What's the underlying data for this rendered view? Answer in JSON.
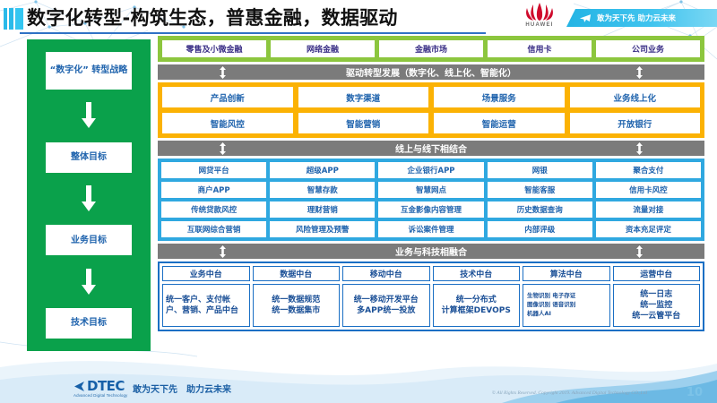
{
  "header": {
    "title": "数字化转型-构筑生态，普惠金融，数据驱动",
    "brand": "HUAWEI",
    "brand_slogan": "敢为天下先 助力云未来",
    "accent_blue": "#25b4e4",
    "title_rule_color": "#2f72c4"
  },
  "sidebar": {
    "bg_color": "#0aa14b",
    "items": [
      {
        "label": "“数字化”\n转型战略"
      },
      {
        "label": "整体目标"
      },
      {
        "label": "业务目标"
      },
      {
        "label": "技术目标"
      }
    ]
  },
  "business_band": {
    "color": "#8cc63e",
    "cells": [
      "零售及小微金融",
      "网络金融",
      "金融市场",
      "信用卡",
      "公司业务"
    ]
  },
  "connectors": [
    {
      "label": "驱动转型发展（数字化、线上化、智能化）"
    },
    {
      "label": "线上与线下相结合"
    },
    {
      "label": "业务与科技相融合"
    }
  ],
  "capability_band": {
    "color": "#fbb204",
    "rows": [
      [
        "产品创新",
        "数字渠道",
        "场景服务",
        "业务线上化"
      ],
      [
        "智能风控",
        "智能营销",
        "智能运营",
        "开放银行"
      ]
    ]
  },
  "channel_band": {
    "color": "#2fa8e0",
    "rows": [
      [
        "网贷平台",
        "超级APP",
        "企业银行APP",
        "网银",
        "聚合支付"
      ],
      [
        "商户APP",
        "智慧存款",
        "智慧网点",
        "智能客服",
        "信用卡风控"
      ],
      [
        "传统贷款风控",
        "理财营销",
        "互金影像内容管理",
        "历史数据查询",
        "流量对接"
      ],
      [
        "互联网综合营销",
        "风险管理及预警",
        "诉讼案件管理",
        "内部评级",
        "资本充足评定"
      ]
    ]
  },
  "platform_band": {
    "border_color": "#1a6fc4",
    "columns": [
      {
        "head": "业务中台",
        "body": "统一客户、支付帐户、营销、产品中台",
        "style": "left"
      },
      {
        "head": "数据中台",
        "body": "统一数据规范\n统一数据集市",
        "style": "center"
      },
      {
        "head": "移动中台",
        "body": "统一移动开发平台\n多APP统一投放",
        "style": "center"
      },
      {
        "head": "技术中台",
        "body": "统一分布式\n计算框架DEVOPS",
        "style": "center"
      },
      {
        "head": "算法中台",
        "body": "生物识别 电子存证\n图像识别 语音识别\n机器人AI",
        "style": "tiny"
      },
      {
        "head": "运营中台",
        "body": "统一日志\n统一监控\n统一云管平台",
        "style": "center"
      }
    ]
  },
  "footer": {
    "logo_text": "DTEC",
    "logo_sub": "Advanced Digital Technology",
    "slogan_left": "敢为天下先",
    "slogan_right": "助力云未来",
    "copyright": "© All Rights Reserved. Copyright 2019. Advanced Digital Technology CO.,Ltd",
    "page_number": "10"
  }
}
